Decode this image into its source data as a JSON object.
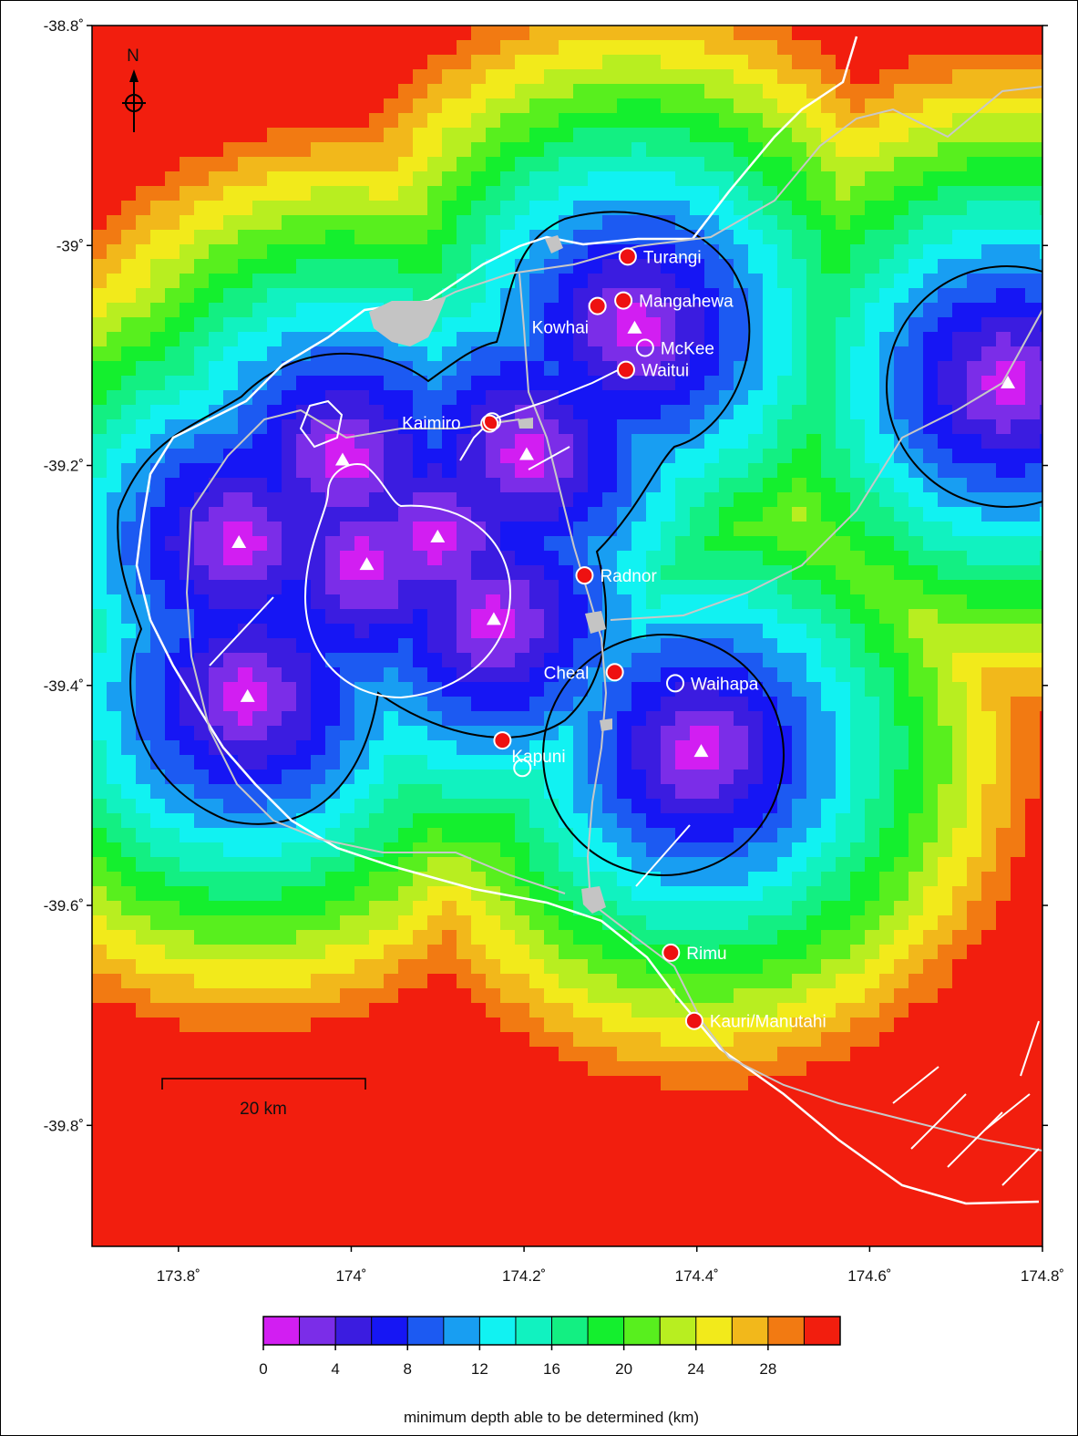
{
  "map": {
    "north_label": "N",
    "scale_bar_label": "20 km",
    "y_ticks": [
      "-38.8˚",
      "-39˚",
      "-39.2˚",
      "-39.4˚",
      "-39.6˚",
      "-39.8˚"
    ],
    "x_ticks": [
      "173.8˚",
      "174˚",
      "174.2˚",
      "174.4˚",
      "174.6˚",
      "174.8˚"
    ],
    "lon_range": [
      173.7,
      174.8
    ],
    "lat_range": [
      -39.91,
      -38.8
    ],
    "filled_wells": [
      {
        "name": "Turangi",
        "lon": 174.32,
        "lat": -39.01
      },
      {
        "name": "Mangahewa",
        "lon": 174.315,
        "lat": -39.05
      },
      {
        "name": "Kowhai",
        "lon": 174.285,
        "lat": -39.055
      },
      {
        "name": "Waitui",
        "lon": 174.318,
        "lat": -39.113
      },
      {
        "name": "Kaimiro",
        "lon": 174.16,
        "lat": -39.162
      },
      {
        "name": "Radnor",
        "lon": 174.27,
        "lat": -39.3
      },
      {
        "name": "Cheal",
        "lon": 174.305,
        "lat": -39.388
      },
      {
        "name": "Kapuni",
        "lon": 174.175,
        "lat": -39.45
      },
      {
        "name": "Rimu",
        "lon": 174.37,
        "lat": -39.643
      },
      {
        "name": "Kauri/Manutahi",
        "lon": 174.397,
        "lat": -39.705
      }
    ],
    "open_wells": [
      {
        "name": "McKee",
        "lon": 174.34,
        "lat": -39.093
      },
      {
        "name": "Waihapa",
        "lon": 174.375,
        "lat": -39.398
      },
      {
        "name": "",
        "lon": 174.198,
        "lat": -39.475
      },
      {
        "name": "",
        "lon": 174.163,
        "lat": -39.16
      }
    ],
    "stations": [
      {
        "lon": 174.328,
        "lat": -39.075
      },
      {
        "lon": 174.203,
        "lat": -39.19
      },
      {
        "lon": 173.99,
        "lat": -39.195
      },
      {
        "lon": 173.87,
        "lat": -39.27
      },
      {
        "lon": 174.018,
        "lat": -39.29
      },
      {
        "lon": 174.1,
        "lat": -39.265
      },
      {
        "lon": 174.165,
        "lat": -39.34
      },
      {
        "lon": 173.88,
        "lat": -39.41
      },
      {
        "lon": 174.405,
        "lat": -39.46
      },
      {
        "lon": 174.76,
        "lat": -39.125
      }
    ]
  },
  "colorbar": {
    "colors": [
      "#d21ef2",
      "#7b2de8",
      "#3b1ce0",
      "#1616f4",
      "#1c5af2",
      "#189ef2",
      "#11f2f2",
      "#11f2c0",
      "#13ef82",
      "#14ef2e",
      "#58ef1e",
      "#b8ee20",
      "#f2ea1b",
      "#f2b81b",
      "#f27a12",
      "#f21e0e"
    ],
    "tick_labels": [
      "0",
      "4",
      "8",
      "12",
      "16",
      "20",
      "24",
      "28"
    ],
    "title": "minimum depth able to be determined (km)"
  }
}
